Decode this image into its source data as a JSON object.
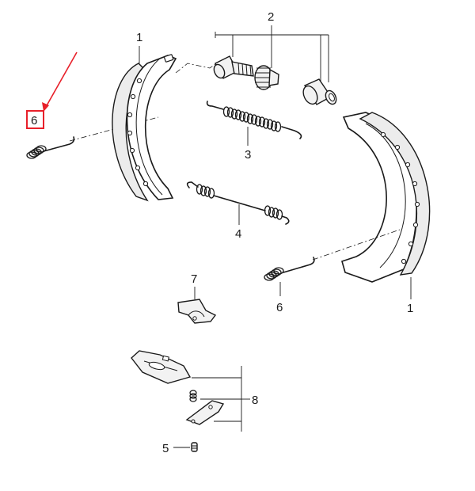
{
  "diagram": {
    "callouts": {
      "shoe_left": "1",
      "shoe_right": "1",
      "adjuster_group": "2",
      "upper_spring": "3",
      "lower_spring": "4",
      "retainer_pin": "5",
      "hold_down_left": "6",
      "hold_down_right": "6",
      "guide_plate": "7",
      "lever_kit": "8"
    }
  },
  "highlight": {
    "part": "6",
    "box_color": "#e8202a",
    "arrow_color": "#e8202a"
  }
}
